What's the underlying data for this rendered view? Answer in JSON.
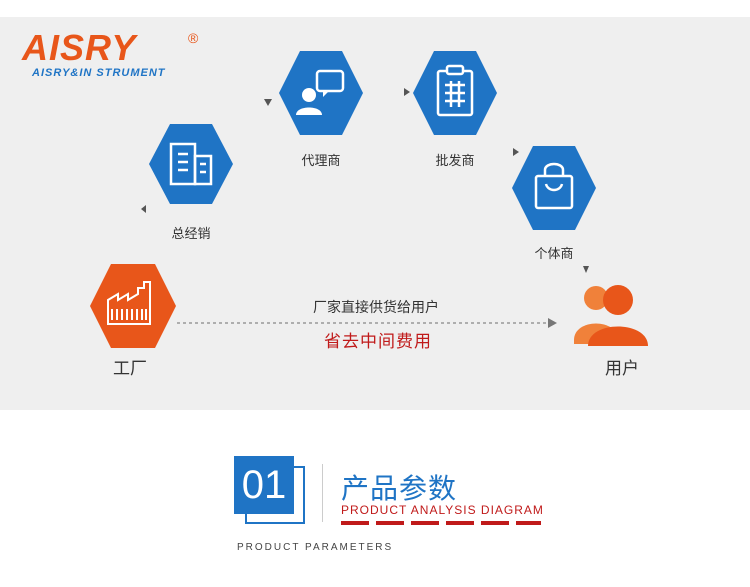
{
  "brand": {
    "logo_text": "AISRY",
    "registered_mark": "®",
    "tagline": "AISRY&IN STRUMENT",
    "color_orange": "#e8561a",
    "color_blue": "#1f74c5"
  },
  "flow": {
    "nodes": [
      {
        "id": "factory",
        "label": "工厂",
        "icon": "factory-icon",
        "color": "#e8561a"
      },
      {
        "id": "general_distributor",
        "label": "总经销",
        "icon": "building-icon",
        "color": "#1f74c5"
      },
      {
        "id": "agent",
        "label": "代理商",
        "icon": "agent-chat-icon",
        "color": "#1f74c5"
      },
      {
        "id": "wholesaler",
        "label": "批发商",
        "icon": "clipboard-icon",
        "color": "#1f74c5"
      },
      {
        "id": "retailer",
        "label": "个体商",
        "icon": "shopping-bag-icon",
        "color": "#1f74c5"
      },
      {
        "id": "user",
        "label": "用户",
        "icon": "users-icon",
        "color": "#e8561a"
      }
    ],
    "direct_supply_text": "厂家直接供货给用户",
    "savings_text": "省去中间费用",
    "highlight_color": "#c01a1a"
  },
  "section": {
    "number": "01",
    "title": "产品参数",
    "subtitle": "PRODUCT ANALYSIS DIAGRAM",
    "footer": "PRODUCT PARAMETERS"
  }
}
